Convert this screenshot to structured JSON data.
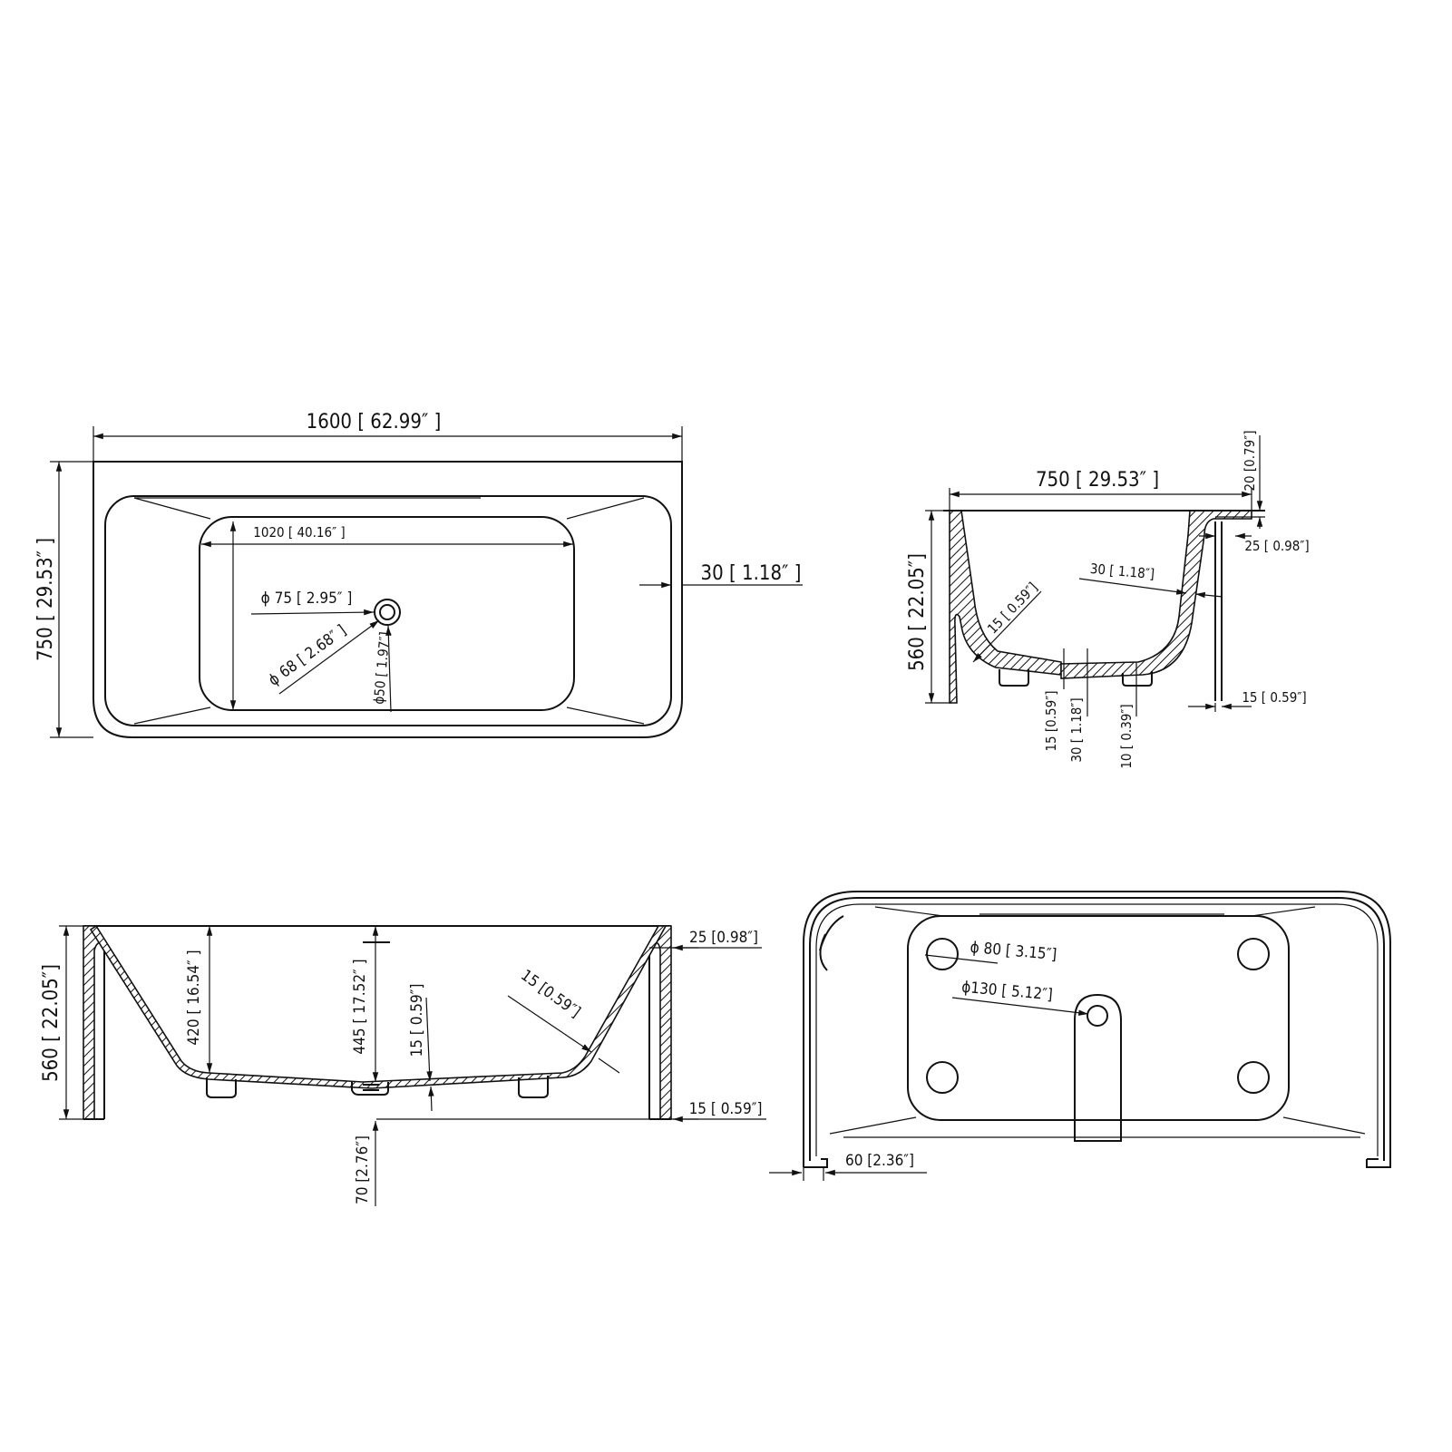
{
  "plan_view": {
    "overall_length": "1600 [ 62.99″ ]",
    "overall_width": "750 [ 29.53″ ]",
    "inner_length": "1020 [ 40.16″ ]",
    "rim_thickness": "30 [ 1.18″ ]",
    "drain_outer": "ϕ 75 [ 2.95″ ]",
    "drain_mid": "ϕ 68 [ 2.68″ ]",
    "drain_inner": "ϕ50 [ 1.97″]"
  },
  "end_section": {
    "width": "750 [ 29.53″ ]",
    "height": "560 [ 22.05″]",
    "top_lip": "20 [0.79″]",
    "side_gap": "25 [ 0.98″]",
    "wall_thickness": "30 [ 1.18″]",
    "corner_thickness": "15 [ 0.59″]",
    "leg_thickness": "15 [ 0.59″]",
    "floor_thickness": "15 [0.59″]",
    "drain_thickness": "30 [ 1.18″]",
    "foot_height": "10 [ 0.39″]"
  },
  "side_section": {
    "height": "560 [ 22.05″]",
    "depth_at_wall": "420 [ 16.54″ ]",
    "depth_at_drain": "445 [ 17.52″ ]",
    "floor_thickness": "15 [ 0.59″]",
    "wall_thickness": "15 [0.59″]",
    "top_lip": "25 [0.98″]",
    "leg_thickness": "15 [ 0.59″]",
    "clearance": "70 [2.76″]"
  },
  "underside_view": {
    "foot_diameter": "ϕ 80 [ 3.15″]",
    "drain_diameter": "ϕ130 [ 5.12″]",
    "return_depth": "60 [2.36″]"
  }
}
